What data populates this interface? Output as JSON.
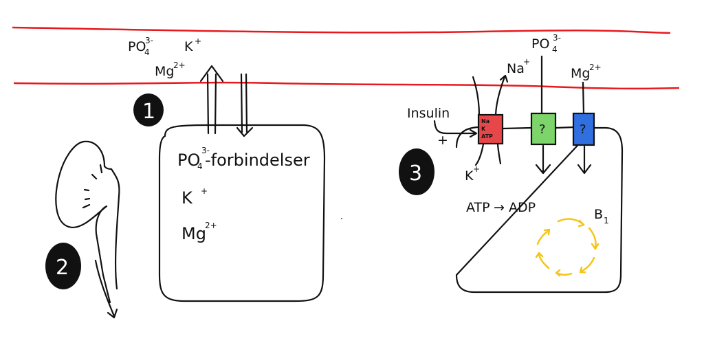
{
  "colors": {
    "blood_vessel": "#e8191e",
    "na_k_atpase": "#e8474a",
    "phosphate_transporter": "#7dd46a",
    "magnesium_transporter": "#2f6fe0",
    "b1_cycle": "#f5c518",
    "badge": "#111111"
  },
  "vessel": {
    "ions": {
      "phosphate": {
        "base": "PO",
        "sub": "4",
        "sup": "3-"
      },
      "potassium": {
        "base": "K",
        "sup": "+"
      },
      "magnesium": {
        "base": "Mg",
        "sup": "2+"
      }
    }
  },
  "step1": {
    "badge": "1",
    "cell_contents": {
      "phosphate": {
        "base": "PO",
        "sub": "4",
        "sup": "3-",
        "suffix": "-forbindelser"
      },
      "potassium": {
        "base": "K",
        "sup": "+"
      },
      "magnesium": {
        "base": "Mg",
        "sup": "2+"
      }
    }
  },
  "step2": {
    "badge": "2",
    "organ": "kidney"
  },
  "step3": {
    "badge": "3",
    "insulin_label": "Insulin",
    "insulin_effect": "+",
    "pump": {
      "line1": "Na",
      "line2": "K",
      "line3": "ATP"
    },
    "sodium_out": {
      "base": "Na",
      "sup": "+"
    },
    "potassium_in": {
      "base": "K",
      "sup": "+"
    },
    "phosphate_in": {
      "base": "PO",
      "sub": "4",
      "sup": "3-"
    },
    "magnesium_in": {
      "base": "Mg",
      "sup": "2+"
    },
    "unknown_transporter_label": "?",
    "reaction": {
      "from": "ATP",
      "arrow": "→",
      "to": "ADP"
    },
    "vitamin": {
      "base": "B",
      "sub": "1"
    }
  }
}
